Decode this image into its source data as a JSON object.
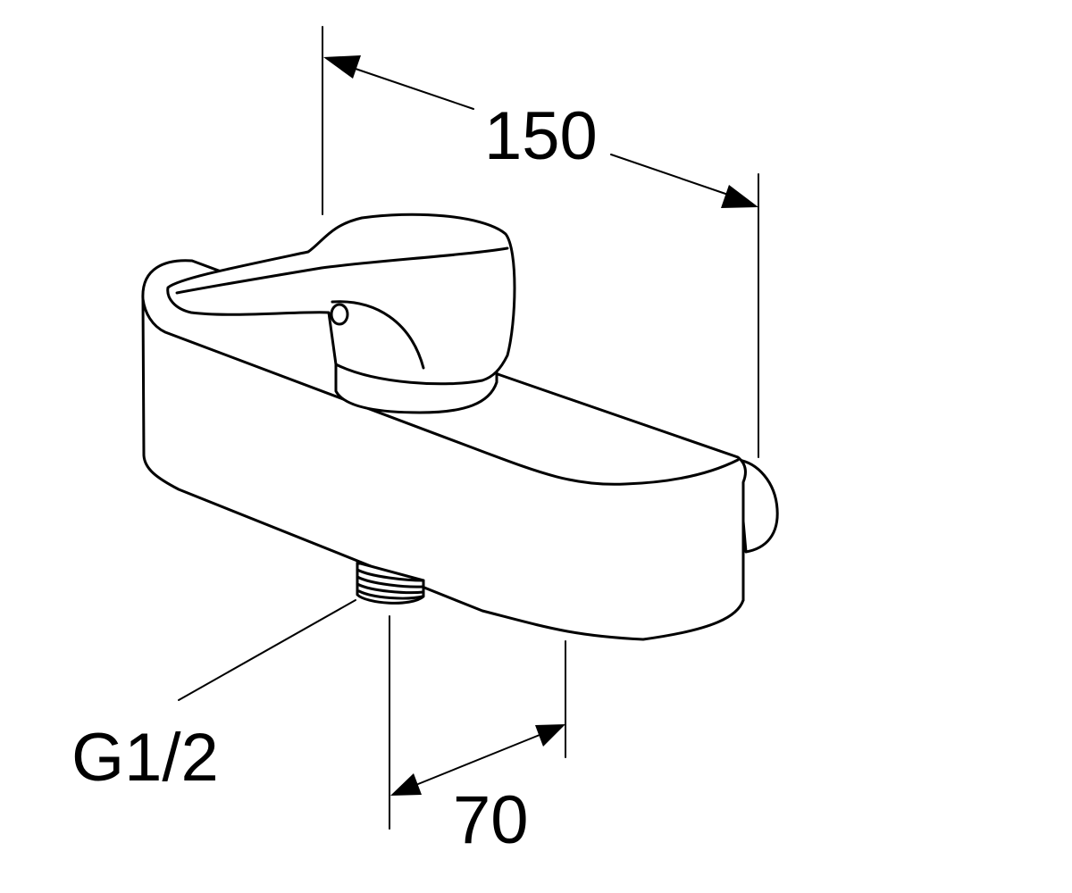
{
  "drawing": {
    "type": "technical-dimension-drawing",
    "colors": {
      "line": "#000000",
      "background": "#ffffff"
    }
  },
  "dimensions": {
    "overall_width": "150",
    "outlet_offset": "70",
    "thread_label": "G1/2"
  }
}
